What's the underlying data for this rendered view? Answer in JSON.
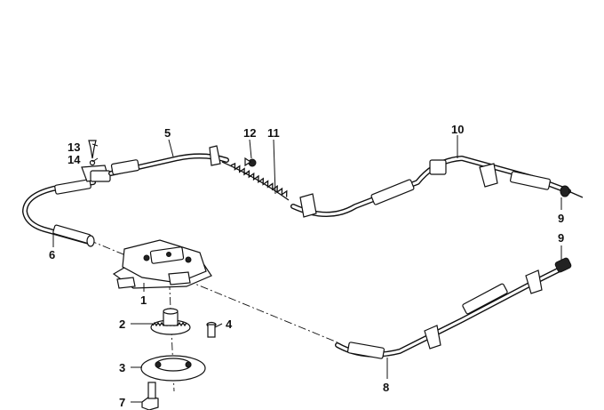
{
  "callouts": [
    {
      "id": "c1",
      "text": "1"
    },
    {
      "id": "c2",
      "text": "2"
    },
    {
      "id": "c3",
      "text": "3"
    },
    {
      "id": "c4",
      "text": "4"
    },
    {
      "id": "c5",
      "text": "5"
    },
    {
      "id": "c6",
      "text": "6"
    },
    {
      "id": "c7",
      "text": "7"
    },
    {
      "id": "c8",
      "text": "8"
    },
    {
      "id": "c9a",
      "text": "9"
    },
    {
      "id": "c9b",
      "text": "9"
    },
    {
      "id": "c10",
      "text": "10"
    },
    {
      "id": "c11",
      "text": "11"
    },
    {
      "id": "c12",
      "text": "12"
    },
    {
      "id": "c13",
      "text": "13"
    },
    {
      "id": "c14",
      "text": "14"
    }
  ]
}
